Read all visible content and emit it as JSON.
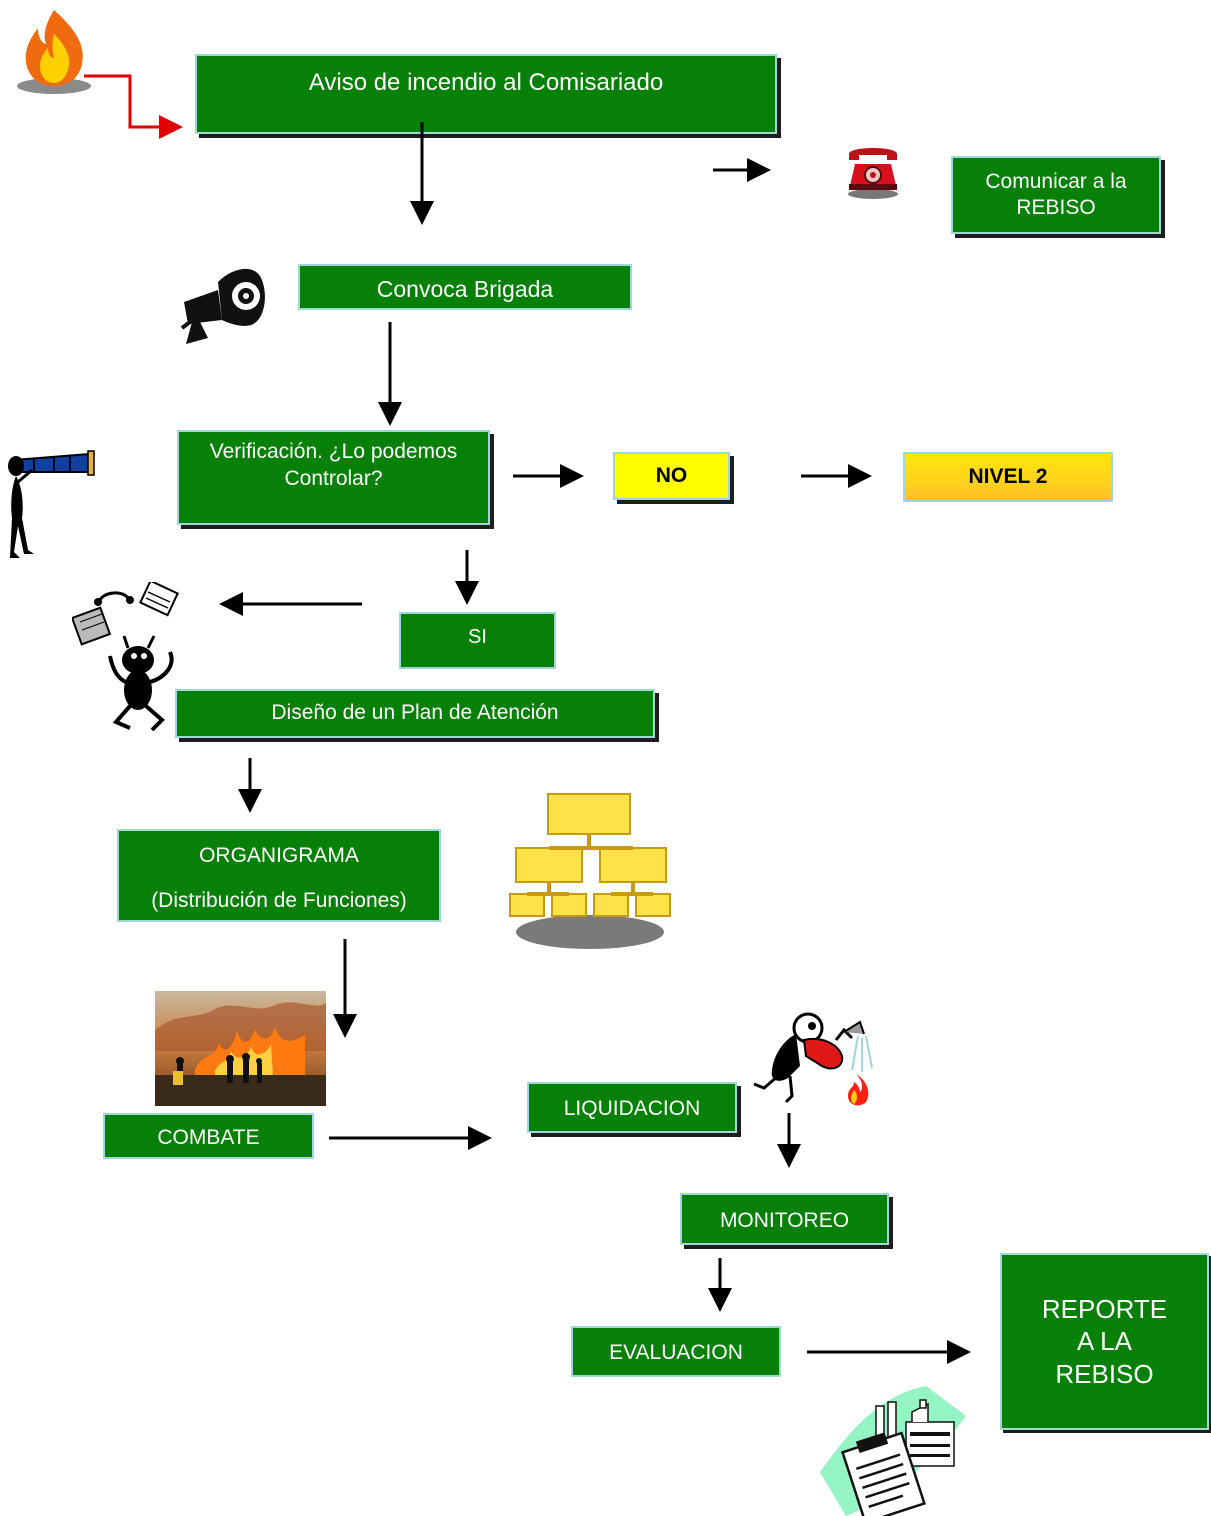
{
  "nodes": {
    "aviso": "Aviso de incendio al Comisariado",
    "comunicar": "Comunicar a la REBISO",
    "convoca": "Convoca Brigada",
    "verificacion": "Verificación. ¿Lo podemos Controlar?",
    "no": "NO",
    "nivel2": "NIVEL 2",
    "si": "SI",
    "diseno": "Diseño de un Plan de Atención",
    "organigrama_line1": "ORGANIGRAMA",
    "organigrama_line2": "(Distribución de Funciones)",
    "combate": "COMBATE",
    "liquidacion": "LIQUIDACION",
    "monitoreo": "MONITOREO",
    "evaluacion": "EVALUACION",
    "reporte": "REPORTE A LA REBISO"
  },
  "icons": [
    "fire-icon",
    "telephone-icon",
    "megaphone-icon",
    "telescope-person-icon",
    "juggling-person-icon",
    "org-chart-icon",
    "forest-fire-photo",
    "extinguisher-person-icon",
    "report-factory-icon"
  ],
  "colors": {
    "box_green": "#078007",
    "box_border": "#9fd6d6",
    "no_yellow": "#ffff00",
    "nivel2_gold": "#ffd21e",
    "start_arrow": "#e00000"
  }
}
